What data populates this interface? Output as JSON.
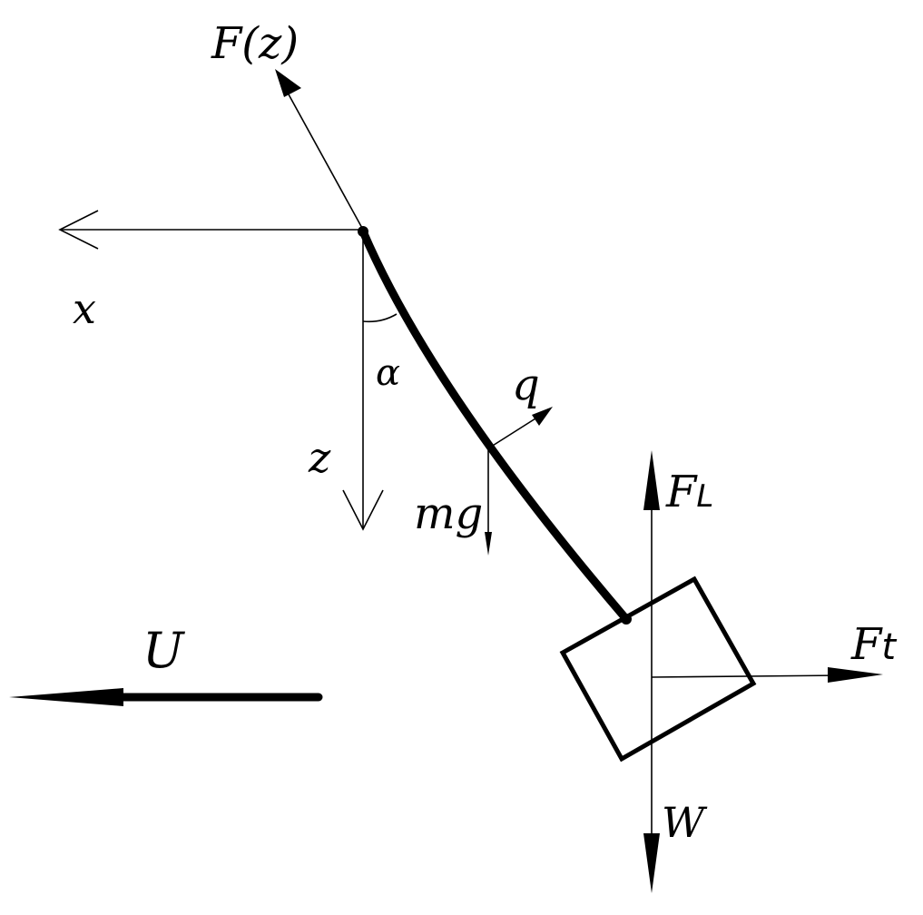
{
  "labels": {
    "force": "F(z)",
    "x_axis": "x",
    "angle": "α",
    "q": "q",
    "z_axis": "z",
    "mg": "mg",
    "lift_main": "F",
    "lift_sub": "L",
    "u": "U",
    "thrust_main": "F",
    "thrust_sub": "t",
    "weight": "W"
  },
  "colors": {
    "ink": "#000000",
    "background": "#ffffff"
  }
}
